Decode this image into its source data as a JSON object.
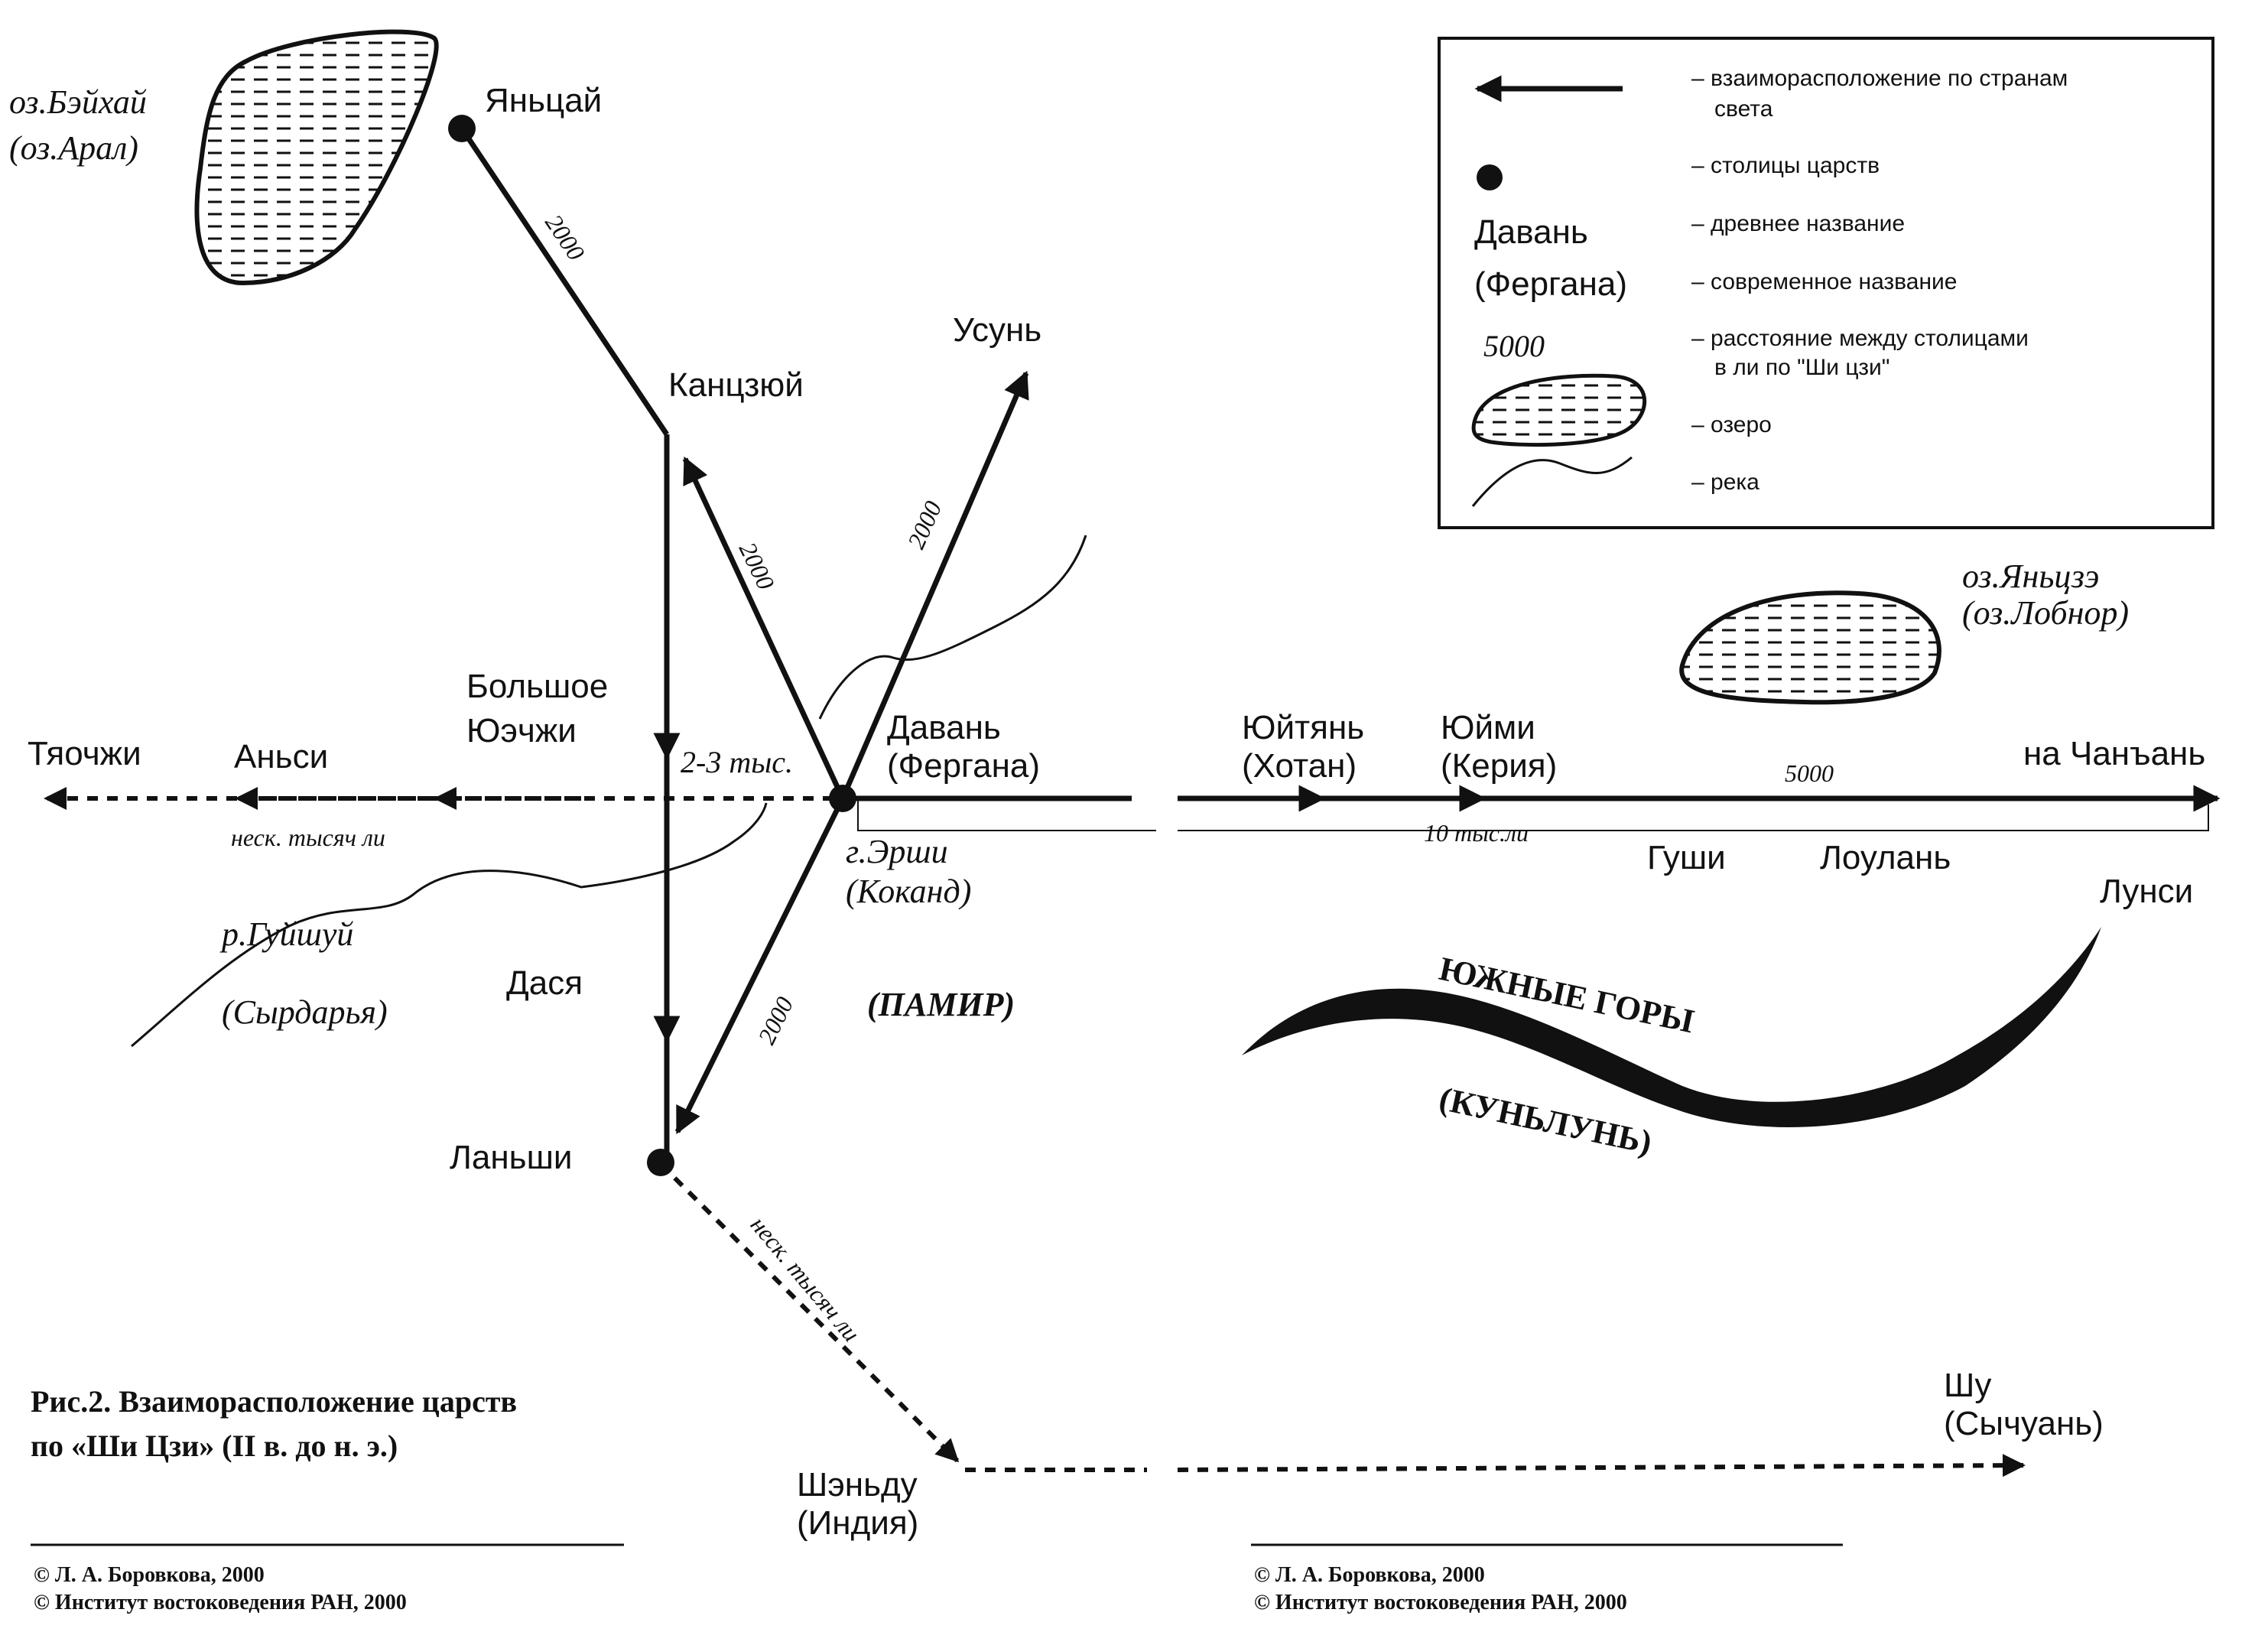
{
  "legend": {
    "direction_label": "– взаиморасположение по странам",
    "direction_label2": "света",
    "capital_label": "– столицы царств",
    "ancient_example": "Давань",
    "ancient_label": "– древнее название",
    "modern_example": "(Фергана)",
    "modern_label": "– современное название",
    "distance_example": "5000",
    "distance_label": "– расстояние между столицами",
    "distance_label2": "в ли по \"Ши цзи\"",
    "lake_label": "– озеро",
    "river_label": "– река"
  },
  "lakes": {
    "beihai": [
      "оз.Бэйхай",
      "(оз.Арал)"
    ],
    "yanze": [
      "оз.Яньцзэ",
      "(оз.Лобнор)"
    ]
  },
  "places": {
    "yancai": "Яньцай",
    "kangju": "Канцзюй",
    "usun": "Усунь",
    "big_yuezhi": [
      "Большое",
      "Юэчжи"
    ],
    "tiaozhi": "Тяочжи",
    "ansi": "Аньси",
    "davan": [
      "Давань",
      "(Фергана)"
    ],
    "yutian": [
      "Юйтянь",
      "(Хотан)"
    ],
    "yumi": [
      "Юйми",
      "(Керия)"
    ],
    "changan": "на Чанъань",
    "guishi": [
      "г.Эрши",
      "(Коканд)"
    ],
    "gushi": "Гуши",
    "loulan": "Лоулань",
    "lunsi": "Лунси",
    "daxia": "Дася",
    "lanshi": "Ланьши",
    "pamir": "(ПАМИР)",
    "guishui": [
      "р.Гуйшуй",
      "(Сырдарья)"
    ],
    "south_mountains": [
      "ЮЖНЫЕ ГОРЫ",
      "(КУНЬЛУНЬ)"
    ],
    "shendu": [
      "Шэньду",
      "(Индия)"
    ],
    "shu": [
      "Шу",
      "(Сычуань)"
    ]
  },
  "distances": {
    "yancai_kangju": "2000",
    "davan_kangju": "2000",
    "davan_usun": "2000",
    "davan_lanshi": "2000",
    "daxia_davan": "2-3 тыс.",
    "ansi_davan": "неск. тысяч ли",
    "davan_changan_total": "10 тыс.ли",
    "yumi_changan": "5000",
    "lanshi_shendu": "неск. тысяч ли"
  },
  "caption": [
    "Рис.2. Взаиморасположение царств",
    "по «Ши Цзи» (II в. до н. э.)"
  ],
  "copyright": [
    "© Л. А. Боровкова, 2000",
    "© Институт востоковедения РАН, 2000"
  ]
}
